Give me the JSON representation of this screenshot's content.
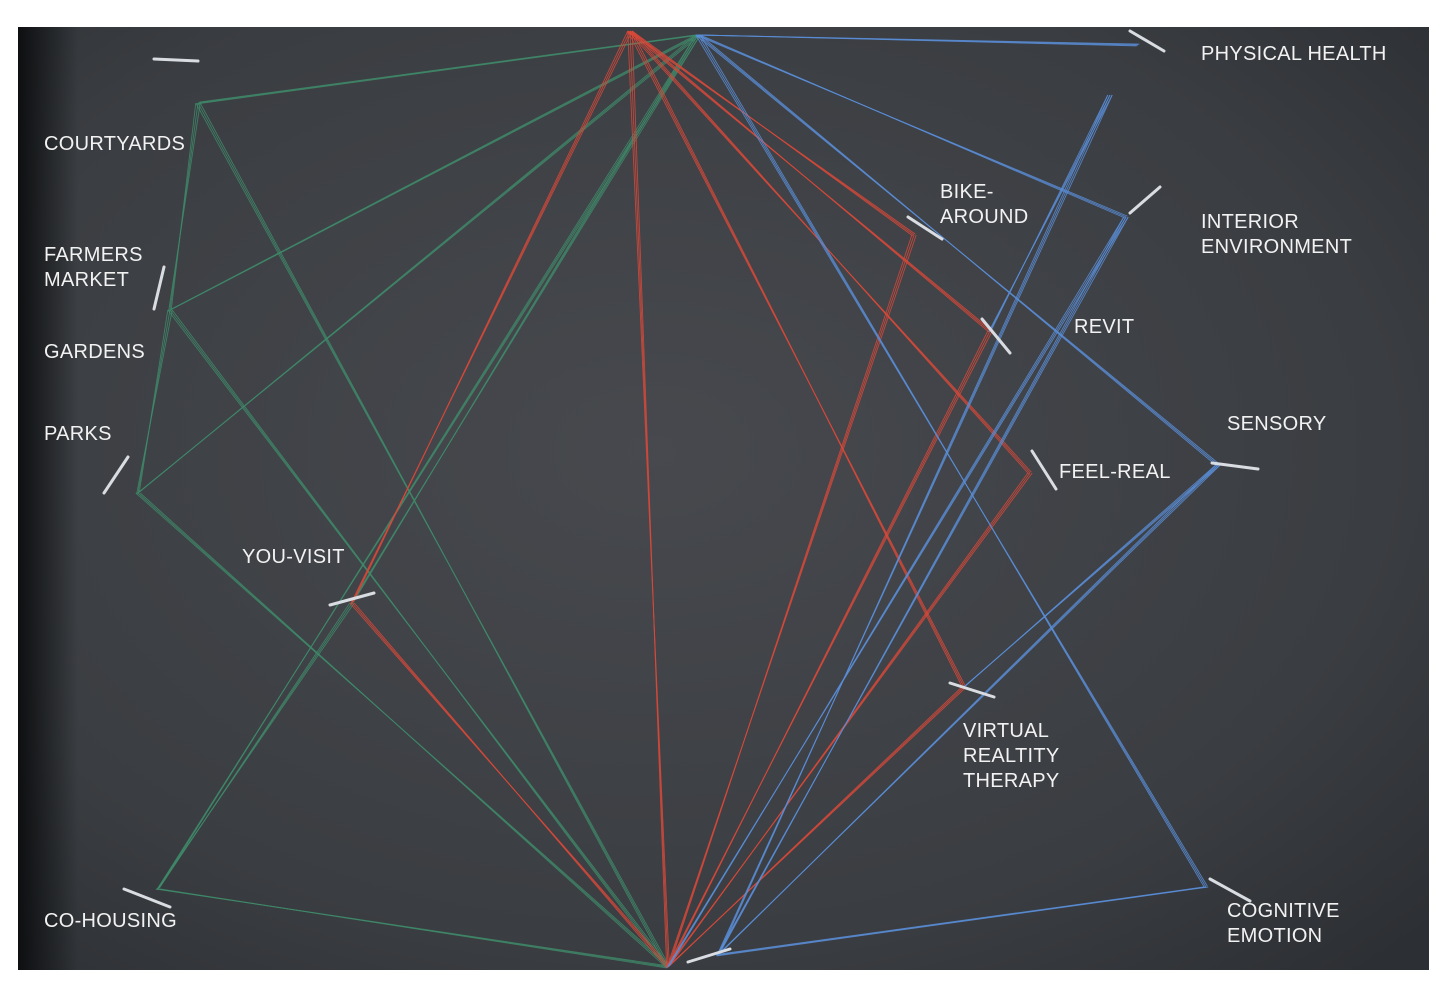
{
  "labels": {
    "courtyards": "COURTYARDS",
    "farmers_market": "FARMERS\nMARKET",
    "gardens": "GARDENS",
    "parks": "PARKS",
    "you_visit": "YOU-VISIT",
    "co_housing": "CO-HOUSING",
    "physical_health": "PHYSICAL HEALTH",
    "bike_around": "BIKE-\nAROUND",
    "interior_environment": "INTERIOR\nENVIRONMENT",
    "revit": "REVIT",
    "sensory": "SENSORY",
    "feel_real": "FEEL-REAL",
    "virtual_reality_therapy": "VIRTUAL\nREALTITY\nTHERAPY",
    "cognitive_emotion": "COGNITIVE\nEMOTION"
  },
  "colors": {
    "board": "#3a3d41",
    "green_thread": "#3f8a6a",
    "red_thread": "#d9493a",
    "blue_thread": "#5b8ed8",
    "pin": "#d9dde2",
    "label_text": "#f2f2f2"
  }
}
